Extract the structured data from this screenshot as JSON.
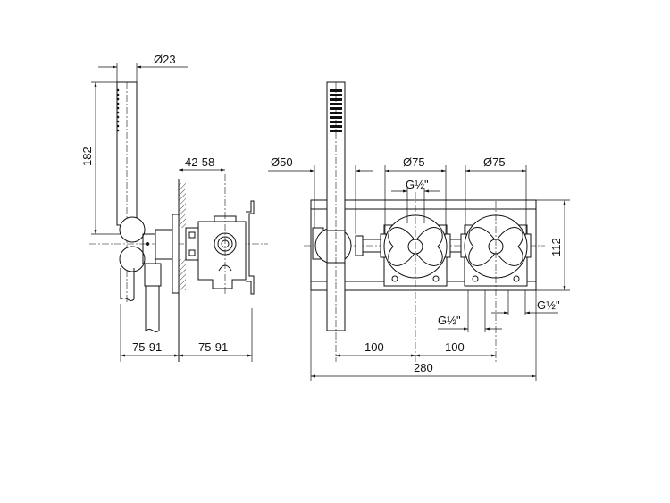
{
  "drawing": {
    "side_view": {
      "handshower_diameter": "Ø23",
      "handshower_length": "182",
      "wall_depth": "42-58",
      "projection_front": "75-91",
      "projection_back": "75-91"
    },
    "front_view": {
      "holder_diameter": "Ø50",
      "valve_1_diameter": "Ø75",
      "valve_2_diameter": "Ø75",
      "top_thread": "G½\"",
      "height": "112",
      "bottom_thread_left": "G½\"",
      "bottom_thread_right": "G½\"",
      "spacing_1": "100",
      "spacing_2": "100",
      "total_width": "280"
    }
  }
}
